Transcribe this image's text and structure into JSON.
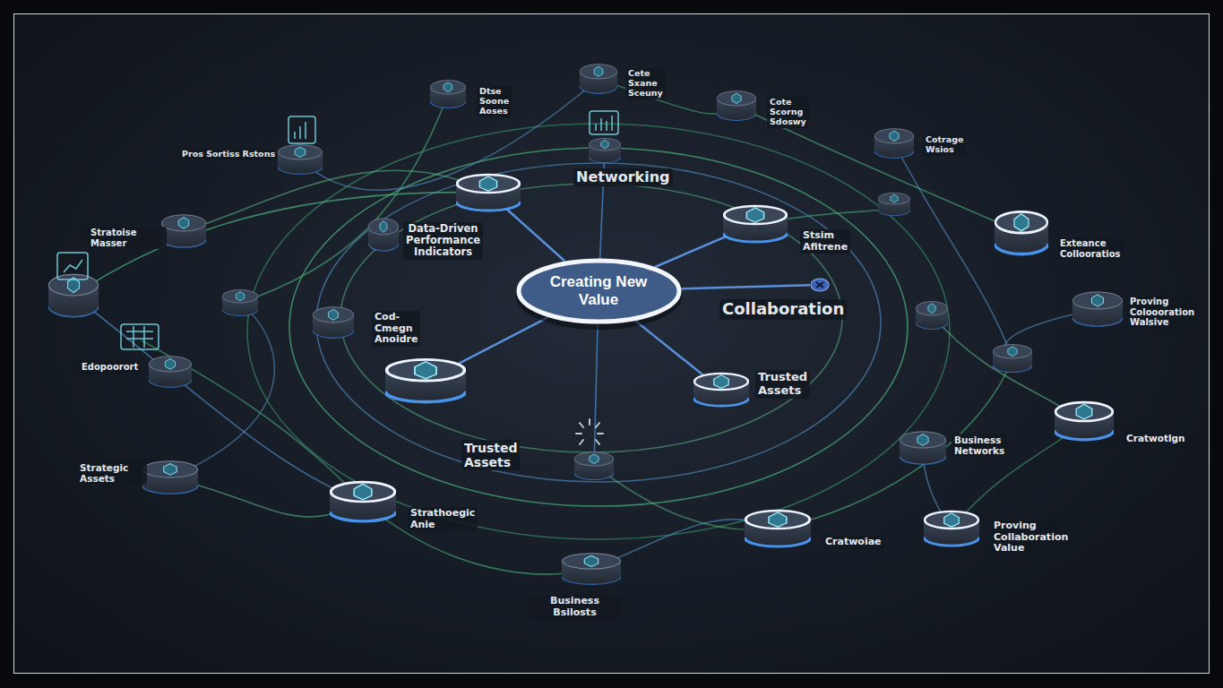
{
  "diagram": {
    "nodes": [
      {
        "text": [
          "Creating New Value"
        ]
      },
      {
        "text": [
          "Networking"
        ]
      },
      {
        "text": [
          "Stsim Afitrene"
        ]
      },
      {
        "text": [
          "Trusted Assets"
        ]
      },
      {
        "text": [
          "Trusted Assets"
        ]
      },
      {
        "text": [
          "Collaboration"
        ]
      },
      {
        "text": [
          "Data-Driven Performance Indicators"
        ]
      },
      {
        "text": [
          "Cod-Cmegn Anoidre"
        ]
      },
      {
        "text": [
          "Cete Sxane Sceuny"
        ]
      },
      {
        "text": [
          "Dtse Soone Aoses"
        ]
      },
      {
        "text": [
          "Cote Scorng Sdoswy"
        ]
      },
      {
        "text": [
          "Cotrage Wsios"
        ]
      },
      {
        "text": [
          "Pros Sortiss Rstons"
        ]
      },
      {
        "text": [
          "Stratoise Masser"
        ]
      },
      {
        "text": [
          "Edopoorort"
        ]
      },
      {
        "text": [
          "Strategic Assets"
        ]
      },
      {
        "text": [
          "Strathoegic Anie"
        ]
      },
      {
        "text": [
          "Business Bsilosts"
        ]
      },
      {
        "text": [
          "Cratwoiae"
        ]
      },
      {
        "text": [
          "Proving Collaboration Value"
        ]
      },
      {
        "text": [
          "Business Networks"
        ]
      },
      {
        "text": [
          "Cratwotlgn"
        ]
      },
      {
        "text": [
          "Proving Coloooration Walsive"
        ]
      },
      {
        "text": [
          "Exteance Collooratios"
        ]
      }
    ],
    "edges": [
      {
        "from": 0,
        "to": 1,
        "arrow": "none"
      },
      {
        "from": 0,
        "to": 2,
        "arrow": "none"
      },
      {
        "from": 0,
        "to": 3,
        "arrow": "none"
      },
      {
        "from": 0,
        "to": 4,
        "arrow": "none"
      },
      {
        "from": 0,
        "to": 5,
        "arrow": "none"
      }
    ]
  }
}
